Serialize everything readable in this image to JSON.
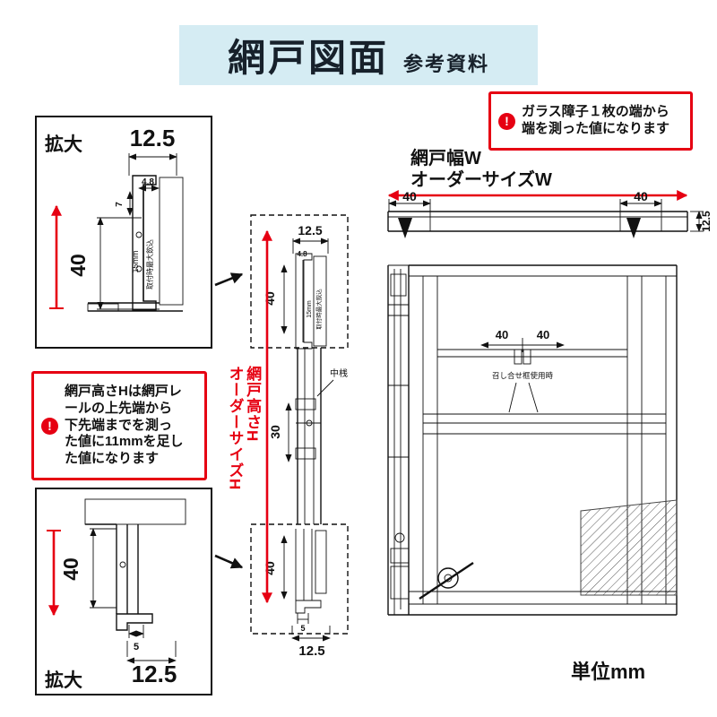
{
  "title": {
    "main": "網戸図面",
    "sub": "参考資料"
  },
  "icons": {
    "alert": "!"
  },
  "notes": {
    "width": {
      "line1": "ガラス障子１枚の端から",
      "line2": "端を測った値になります"
    },
    "height": {
      "line1": "網戸高さHは網戸レ",
      "line2": "ールの上先端から",
      "line3": "下先端までを測っ",
      "line4": "た値に11mmを足し",
      "line5": "た値になります"
    }
  },
  "labels": {
    "enlarge": "拡大",
    "screen_width": "網戸幅W",
    "order_width": "オーダーサイズW",
    "screen_height": "網戸高さH",
    "order_height": "オーダーサイズH",
    "middle_rail": "中桟",
    "meeting_stile_note": "召し合せ框使用時",
    "max_insert": "取付時最大飲込",
    "insert_depth": "15mm",
    "unit": "単位mm"
  },
  "dims": {
    "rail_width": "12.5",
    "lip": "4.8",
    "hook": "7",
    "overlap": "40",
    "mid": "30",
    "gap": "5"
  },
  "colors": {
    "accent": "#e60012",
    "title_bg": "#d5ecf3",
    "ink": "#111111"
  }
}
